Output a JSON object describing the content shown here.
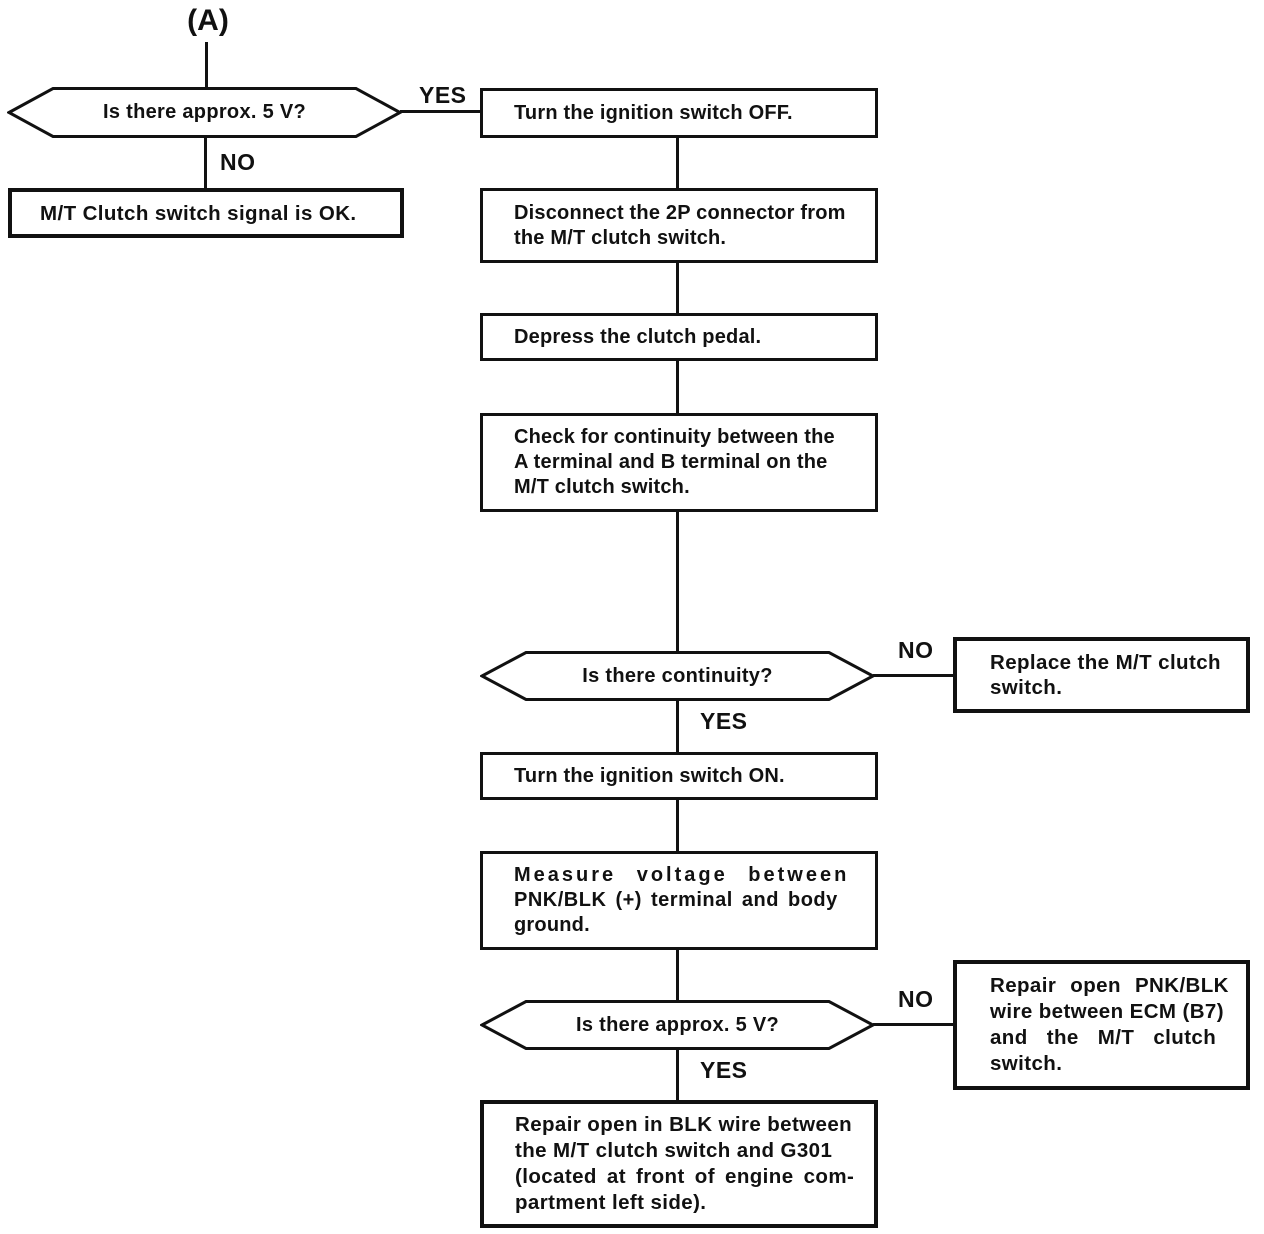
{
  "diagram": {
    "entry_label": "(A)",
    "branch_labels": {
      "yes1": "YES",
      "no1": "NO",
      "no2": "NO",
      "yes2": "YES",
      "no3": "NO",
      "yes3": "YES"
    },
    "nodes": {
      "dec_5v_top": {
        "text": "Is there approx. 5 V?"
      },
      "signal_ok": {
        "text": "M/T Clutch switch signal is OK."
      },
      "turn_off": {
        "text": "Turn the ignition switch OFF."
      },
      "disconnect": {
        "lines": [
          "Disconnect the 2P connector from",
          "the M/T clutch switch."
        ]
      },
      "depress": {
        "text": "Depress the clutch pedal."
      },
      "check_continuity": {
        "lines": [
          "Check for continuity between the",
          "A terminal and B terminal on the",
          "M/T clutch switch."
        ]
      },
      "dec_continuity": {
        "text": "Is there continuity?"
      },
      "replace_switch": {
        "lines": [
          "Replace the M/T clutch",
          "switch."
        ]
      },
      "turn_on": {
        "text": "Turn the ignition switch ON."
      },
      "measure_voltage": {
        "lines": [
          "Measure voltage between",
          "PNK/BLK (+) terminal and body",
          "ground."
        ]
      },
      "dec_5v_bottom": {
        "text": "Is there approx. 5 V?"
      },
      "repair_pnk_blk": {
        "lines": [
          "Repair open PNK/BLK",
          "wire between ECM (B7)",
          "and the M/T clutch",
          "switch."
        ]
      },
      "repair_blk": {
        "lines": [
          "Repair open in BLK wire between",
          "the M/T clutch switch and G301",
          "(located at front of engine com-",
          "partment left side)."
        ]
      }
    },
    "colors": {
      "ink": "#111111",
      "background": "#ffffff"
    }
  }
}
